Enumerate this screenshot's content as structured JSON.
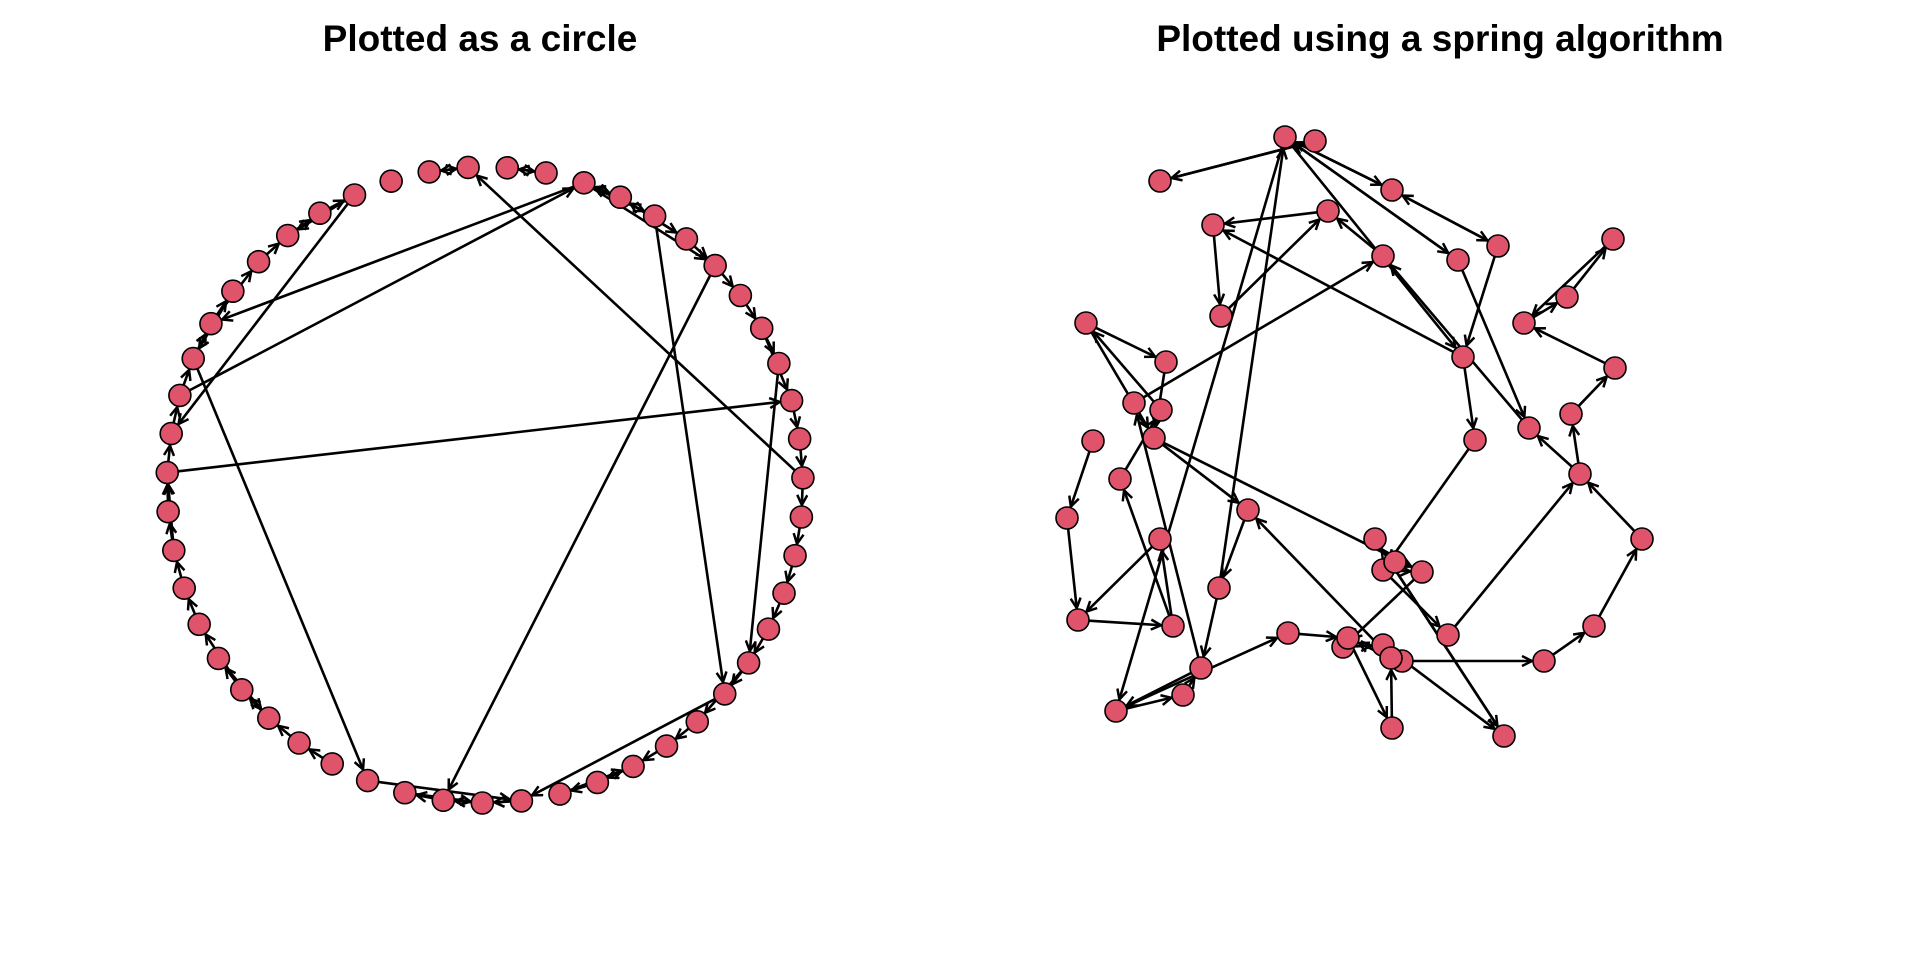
{
  "colors": {
    "node_fill": "#DF536B",
    "node_stroke": "#000000",
    "edge": "#000000",
    "background": "#ffffff"
  },
  "panels": [
    {
      "id": "circle",
      "title": "Plotted as a circle"
    },
    {
      "id": "spring",
      "title": "Plotted using a spring algorithm"
    }
  ],
  "graph": {
    "node_count": 51,
    "edges": [
      [
        0,
        1
      ],
      [
        1,
        0
      ],
      [
        2,
        3
      ],
      [
        3,
        2
      ],
      [
        2,
        4
      ],
      [
        4,
        2
      ],
      [
        3,
        5
      ],
      [
        5,
        3
      ],
      [
        2,
        6
      ],
      [
        5,
        6
      ],
      [
        6,
        7
      ],
      [
        7,
        8
      ],
      [
        8,
        9
      ],
      [
        8,
        10
      ],
      [
        10,
        11
      ],
      [
        11,
        12
      ],
      [
        12,
        13
      ],
      [
        13,
        14
      ],
      [
        14,
        15
      ],
      [
        15,
        16
      ],
      [
        16,
        17
      ],
      [
        17,
        18
      ],
      [
        17,
        19
      ],
      [
        19,
        20
      ],
      [
        20,
        21
      ],
      [
        21,
        22
      ],
      [
        22,
        23
      ],
      [
        23,
        21
      ],
      [
        18,
        24
      ],
      [
        24,
        25
      ],
      [
        25,
        26
      ],
      [
        26,
        27
      ],
      [
        27,
        25
      ],
      [
        28,
        24
      ],
      [
        29,
        30
      ],
      [
        30,
        31
      ],
      [
        31,
        32
      ],
      [
        32,
        33
      ],
      [
        33,
        31
      ],
      [
        32,
        34
      ],
      [
        34,
        35
      ],
      [
        35,
        36
      ],
      [
        36,
        37
      ],
      [
        37,
        38
      ],
      [
        38,
        39
      ],
      [
        39,
        40
      ],
      [
        40,
        41
      ],
      [
        41,
        42
      ],
      [
        42,
        43
      ],
      [
        43,
        41
      ],
      [
        42,
        44
      ],
      [
        44,
        45
      ],
      [
        45,
        46
      ],
      [
        46,
        47
      ],
      [
        47,
        45
      ],
      [
        2,
        42
      ],
      [
        4,
        18
      ],
      [
        40,
        2
      ],
      [
        38,
        10
      ],
      [
        6,
        26
      ],
      [
        47,
        39
      ],
      [
        41,
        28
      ],
      [
        9,
        17
      ],
      [
        36,
        38
      ],
      [
        12,
        50
      ],
      [
        49,
        50
      ],
      [
        50,
        49
      ]
    ]
  }
}
